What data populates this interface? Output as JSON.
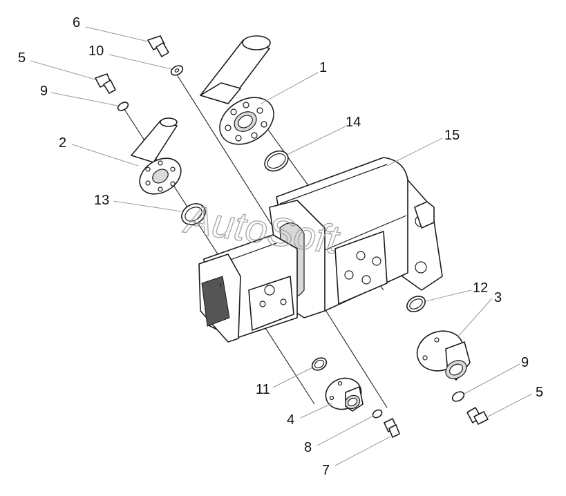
{
  "watermark": "AutoSoft",
  "callouts": [
    {
      "id": "c6",
      "label": "6"
    },
    {
      "id": "c10",
      "label": "10"
    },
    {
      "id": "c5a",
      "label": "5"
    },
    {
      "id": "c9a",
      "label": "9"
    },
    {
      "id": "c1",
      "label": "1"
    },
    {
      "id": "c14",
      "label": "14"
    },
    {
      "id": "c15",
      "label": "15"
    },
    {
      "id": "c2",
      "label": "2"
    },
    {
      "id": "c13",
      "label": "13"
    },
    {
      "id": "c12",
      "label": "12"
    },
    {
      "id": "c3",
      "label": "3"
    },
    {
      "id": "c9b",
      "label": "9"
    },
    {
      "id": "c5b",
      "label": "5"
    },
    {
      "id": "c11",
      "label": "11"
    },
    {
      "id": "c4",
      "label": "4"
    },
    {
      "id": "c8",
      "label": "8"
    },
    {
      "id": "c7",
      "label": "7"
    }
  ]
}
